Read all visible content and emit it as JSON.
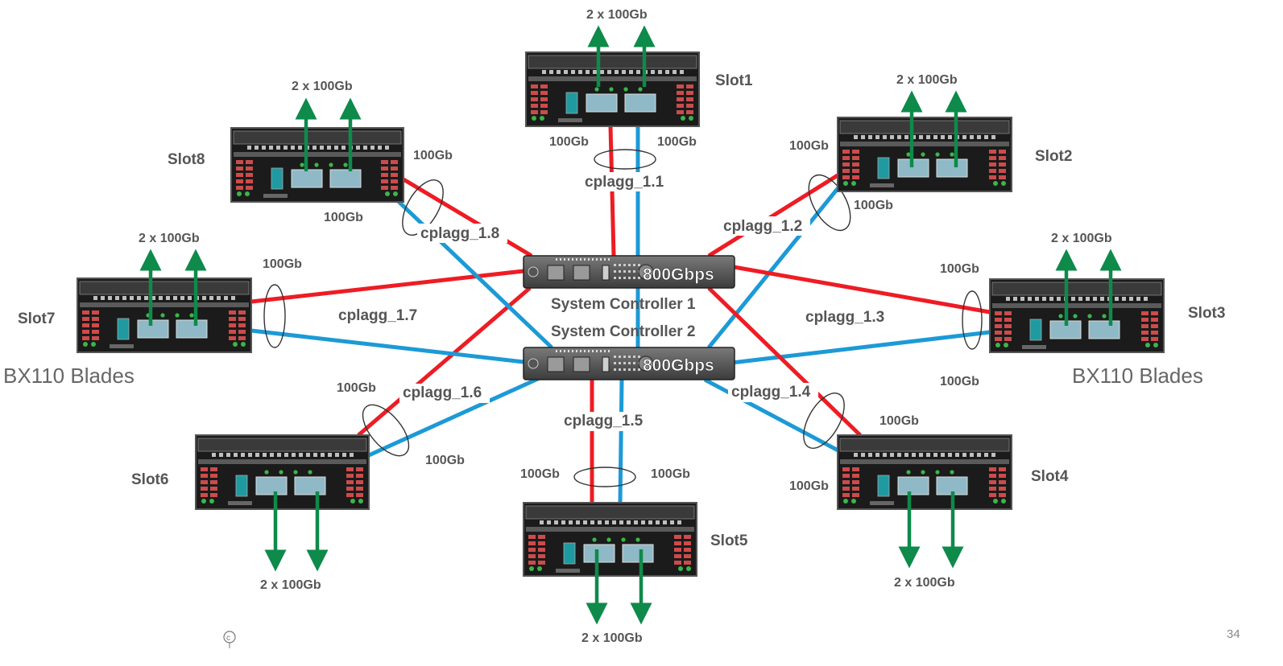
{
  "controllers": [
    {
      "id": "sc1",
      "label": "System Controller 1",
      "speed": "800Gbps"
    },
    {
      "id": "sc2",
      "label": "System Controller 2",
      "speed": "800Gbps"
    }
  ],
  "slots": [
    {
      "id": "slot1",
      "label": "Slot1",
      "uplink": "2 x 100Gb",
      "red_link": "100Gb",
      "blue_link": "100Gb",
      "lag": "cplagg_1.1"
    },
    {
      "id": "slot2",
      "label": "Slot2",
      "uplink": "2 x 100Gb",
      "red_link": "100Gb",
      "blue_link": "100Gb",
      "lag": "cplagg_1.2"
    },
    {
      "id": "slot3",
      "label": "Slot3",
      "uplink": "2 x 100Gb",
      "red_link": "100Gb",
      "blue_link": "100Gb",
      "lag": "cplagg_1.3"
    },
    {
      "id": "slot4",
      "label": "Slot4",
      "uplink": "2 x 100Gb",
      "red_link": "100Gb",
      "blue_link": "100Gb",
      "lag": "cplagg_1.4"
    },
    {
      "id": "slot5",
      "label": "Slot5",
      "uplink": "2 x 100Gb",
      "red_link": "100Gb",
      "blue_link": "100Gb",
      "lag": "cplagg_1.5"
    },
    {
      "id": "slot6",
      "label": "Slot6",
      "uplink": "2 x 100Gb",
      "red_link": "100Gb",
      "blue_link": "100Gb",
      "lag": "cplagg_1.6"
    },
    {
      "id": "slot7",
      "label": "Slot7",
      "uplink": "2 x 100Gb",
      "red_link": "100Gb",
      "lag": "cplagg_1.7"
    },
    {
      "id": "slot8",
      "label": "Slot8",
      "uplink": "2 x 100Gb",
      "red_link": "100Gb",
      "blue_link": "100Gb",
      "lag": "cplagg_1.8"
    }
  ],
  "blades_left": "BX110 Blades",
  "blades_right": "BX110 Blades",
  "page_number": "34",
  "colors": {
    "controller1_link": "#ee1c24",
    "controller2_link": "#1c9ad6",
    "uplink_arrow": "#0e8a4a",
    "text": "#555555"
  },
  "icons": {
    "footer": "copyright-icon"
  }
}
